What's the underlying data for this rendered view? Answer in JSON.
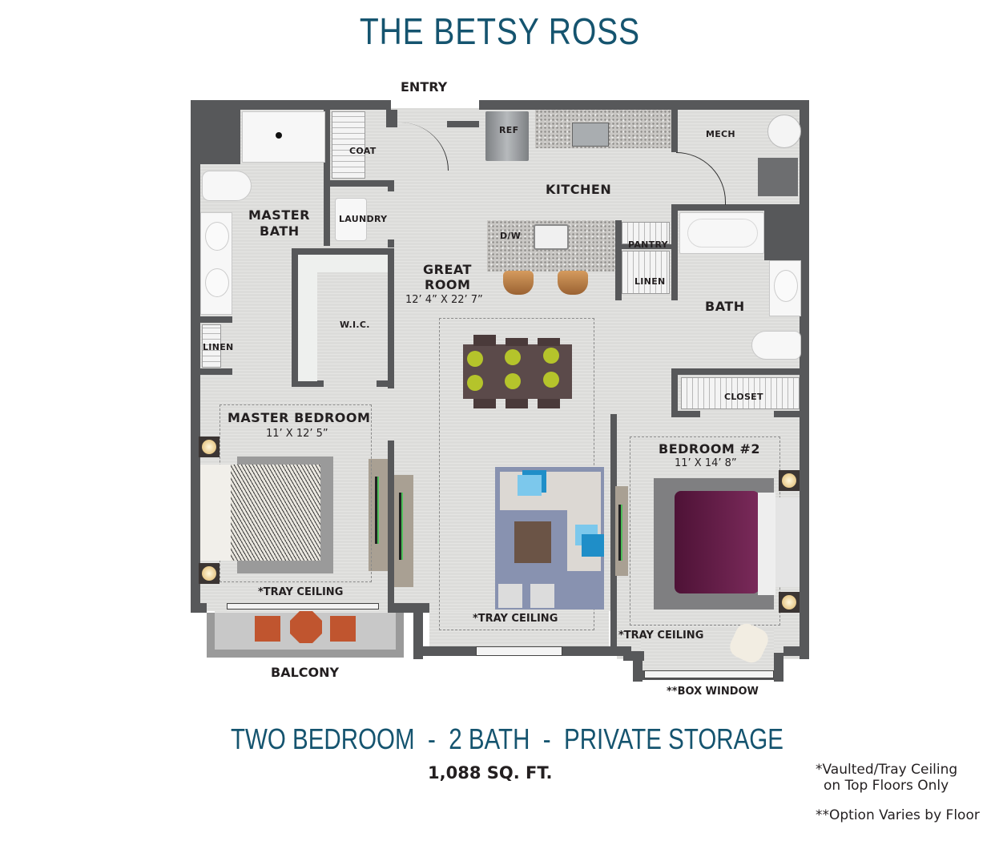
{
  "header": {
    "title": "THE BETSY ROSS"
  },
  "plan": {
    "entry_label": "ENTRY",
    "rooms": {
      "master_bath": "MASTER\nBATH",
      "master_bath_line1": "MASTER",
      "master_bath_line2": "BATH",
      "coat": "COAT",
      "laundry": "LAUNDRY",
      "kitchen": "KITCHEN",
      "ref": "REF",
      "dw": "D/W",
      "mech": "MECH",
      "pantry": "PANTRY",
      "linen_hall": "LINEN",
      "bath": "BATH",
      "great_room_line1": "GREAT",
      "great_room_line2": "ROOM",
      "great_room_dim": "12’ 4” X 22’ 7”",
      "wic": "W.I.C.",
      "linen_master": "LINEN",
      "master_bedroom": "MASTER BEDROOM",
      "master_bedroom_dim": "11’ X 12’ 5”",
      "closet": "CLOSET",
      "bedroom2": "BEDROOM #2",
      "bedroom2_dim": "11’ X 14’ 8”",
      "balcony": "BALCONY",
      "box_window": "**BOX WINDOW"
    },
    "tray_ceiling_labels": [
      "*TRAY CEILING",
      "*TRAY CEILING",
      "*TRAY CEILING"
    ],
    "colors": {
      "wall": "#57585a",
      "floor": "#dcdcda",
      "accent_title": "#15546f",
      "bed2_cover": "#6e1f4b",
      "pillow_blue": "#1fa3d8"
    }
  },
  "footer": {
    "summary": "TWO BEDROOM  -  2 BATH  -  PRIVATE STORAGE",
    "sqft": "1,088 SQ. FT.",
    "note1_line1": "*Vaulted/Tray Ceiling",
    "note1_line2": "on Top Floors Only",
    "note2": "**Option Varies by Floor"
  }
}
